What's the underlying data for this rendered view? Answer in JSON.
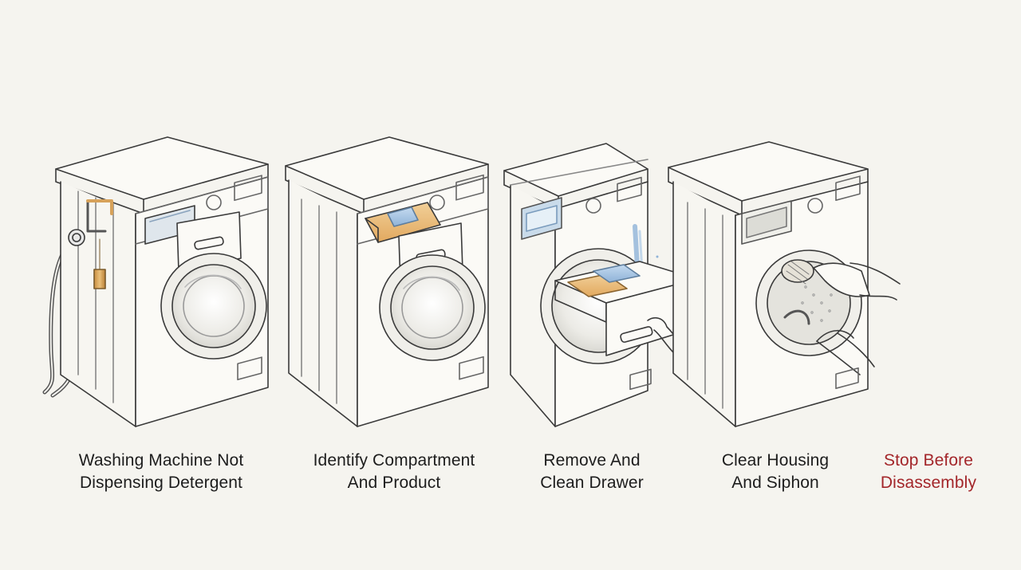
{
  "steps": [
    {
      "line1": "Washing Machine Not",
      "line2": "Dispensing Detergent"
    },
    {
      "line1": "Identify Compartment",
      "line2": "And Product"
    },
    {
      "line1": "Remove And",
      "line2": "Clean Drawer"
    },
    {
      "line1": "Clear Housing",
      "line2": "And Siphon"
    },
    {
      "line1": "Stop Before",
      "line2": "Disassembly"
    }
  ],
  "colors": {
    "background": "#f5f4ef",
    "ink": "#3a3a3a",
    "caption": "#1d1d1d",
    "warning": "#a3262a",
    "detergent_orange": "#e9b978",
    "detergent_blue": "#a9c6e2",
    "brass": "#d7a25a"
  }
}
